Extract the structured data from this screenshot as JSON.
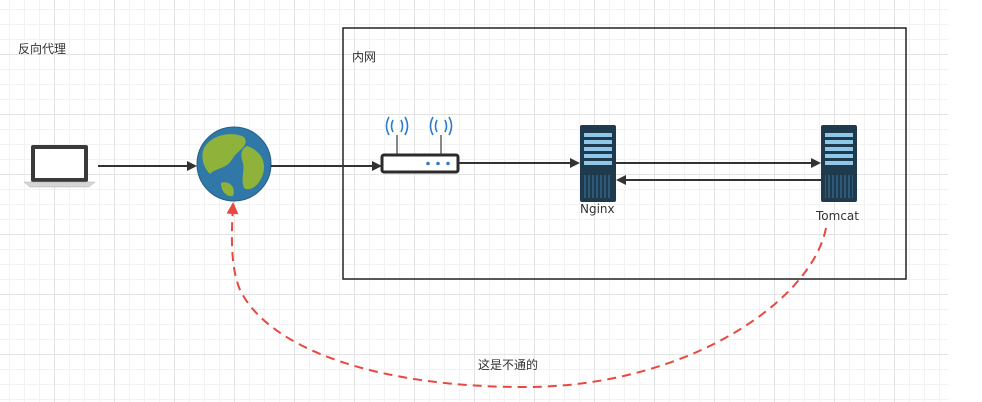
{
  "diagram": {
    "title": "反向代理",
    "intranet_label": "内网",
    "nginx_label": "Nginx",
    "tomcat_label": "Tomcat",
    "blocked_note": "这是不通的"
  },
  "colors": {
    "line": "#333333",
    "dashed_blocked": "#e8483f",
    "globe_ocean": "#2f78a8",
    "globe_land": "#8fb23a",
    "server_body": "#1f3a4d",
    "signal": "#2e7cc9"
  },
  "icons": [
    "laptop-icon",
    "globe-icon",
    "router-icon",
    "server-icon"
  ]
}
